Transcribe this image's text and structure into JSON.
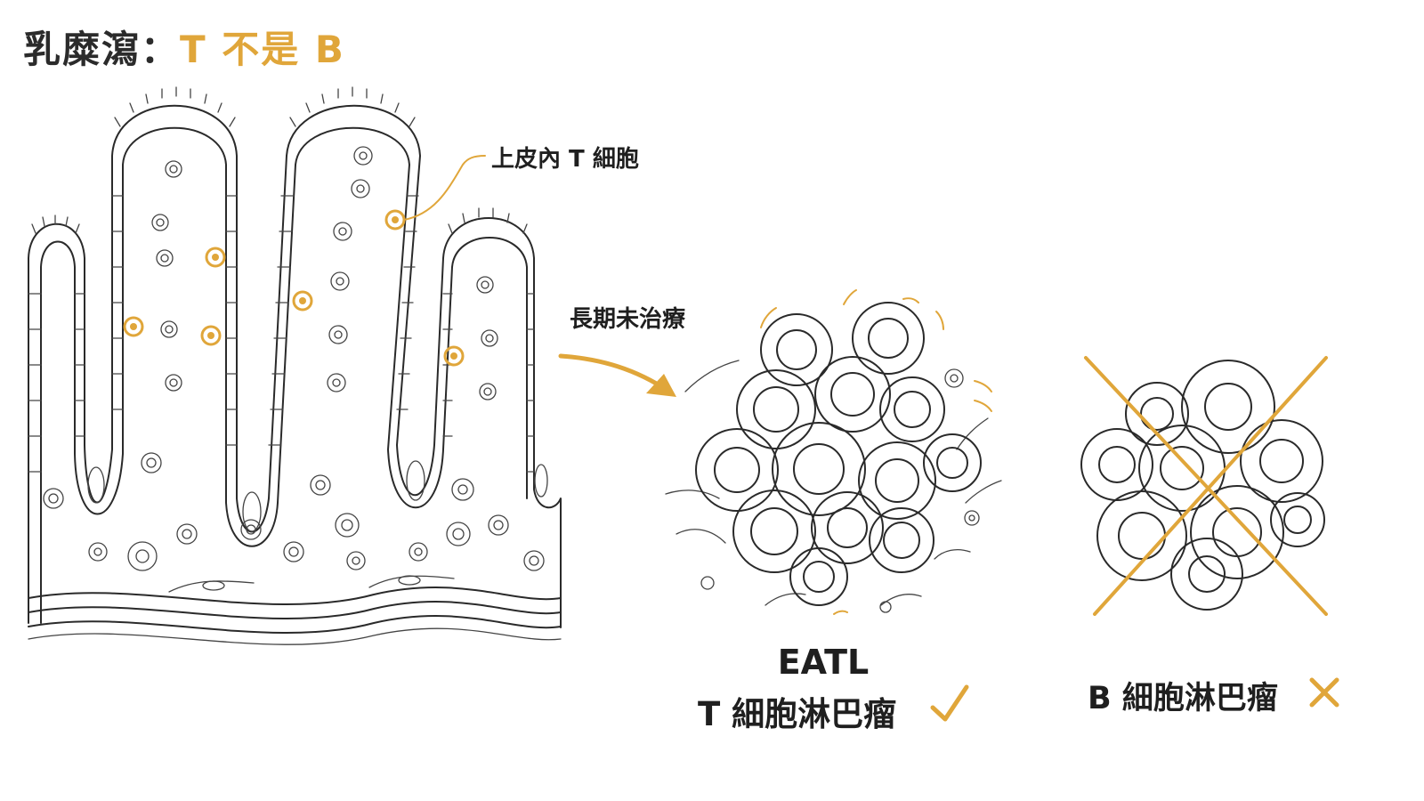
{
  "title": {
    "prefix": "乳糜瀉：",
    "accent": "T 不是 B"
  },
  "labels": {
    "iel": "上皮內 T 細胞",
    "progression": "長期未治療",
    "eatl": "EATL",
    "t_cell_lymphoma": "T 細胞淋巴瘤",
    "b_cell_lymphoma": "B 細胞淋巴瘤"
  },
  "colors": {
    "accent": "#e0a63a",
    "ink": "#2a2a2a",
    "background": "#ffffff"
  },
  "icons": {
    "correct": "check-icon",
    "wrong": "cross-icon"
  }
}
